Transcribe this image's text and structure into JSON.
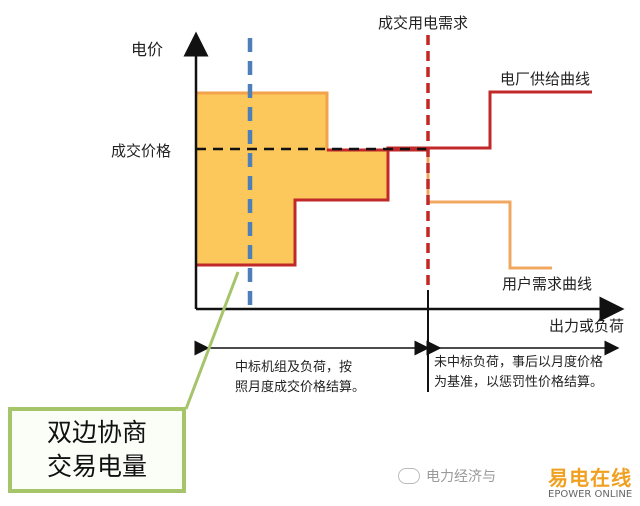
{
  "labels": {
    "y_axis": "电价",
    "x_axis": "出力或负荷",
    "price_line": "成交价格",
    "demand_title": "成交用电需求",
    "supply_curve": "电厂供给曲线",
    "demand_curve": "用户需求曲线",
    "settle_left_1": "中标机组及负荷，按",
    "settle_left_2": "照月度成交价格结算。",
    "settle_right_1": "未中标负荷，事后以月度价格",
    "settle_right_2": "为基准，以惩罚性价格结算。"
  },
  "callout": {
    "line1": "双边协商",
    "line2": "交易电量"
  },
  "watermark": {
    "text": "电力经济与",
    "logo_cn": "易电在线",
    "logo_en": "EPOWER ONLINE"
  },
  "colors": {
    "fill": "#fcc85c",
    "fill_edge": "#f2a24a",
    "supply": "#c0282a",
    "demand": "#f0a860",
    "demand_line": "#c0282a",
    "blue_dash": "#4f7fb8",
    "callout_border": "#a6c46a"
  }
}
